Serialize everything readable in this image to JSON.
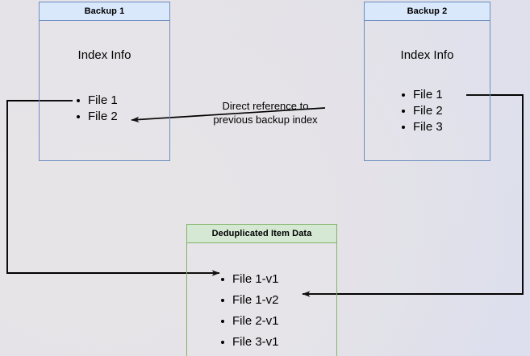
{
  "diagram": {
    "title": "Backup deduplication index reference diagram",
    "colors": {
      "blue_fill": "#dae8fc",
      "blue_stroke": "#6c8ebf",
      "green_fill": "#d5e8d4",
      "green_stroke": "#82b366",
      "connector": "#000000",
      "background": "#e5e3e7"
    },
    "nodes": {
      "backup1": {
        "header": "Backup 1",
        "subtitle": "Index Info",
        "items": [
          "File 1",
          "File 2"
        ]
      },
      "backup2": {
        "header": "Backup 2",
        "subtitle": "Index Info",
        "items": [
          "File 1",
          "File 2",
          "File 3"
        ]
      },
      "dedup": {
        "header": "Deduplicated Item Data",
        "items": [
          "File 1-v1",
          "File 1-v2",
          "File 2-v1",
          "File 3-v1"
        ]
      }
    },
    "annotations": {
      "direct_reference_line1": "Direct reference to",
      "direct_reference_line2": "previous backup index"
    }
  }
}
